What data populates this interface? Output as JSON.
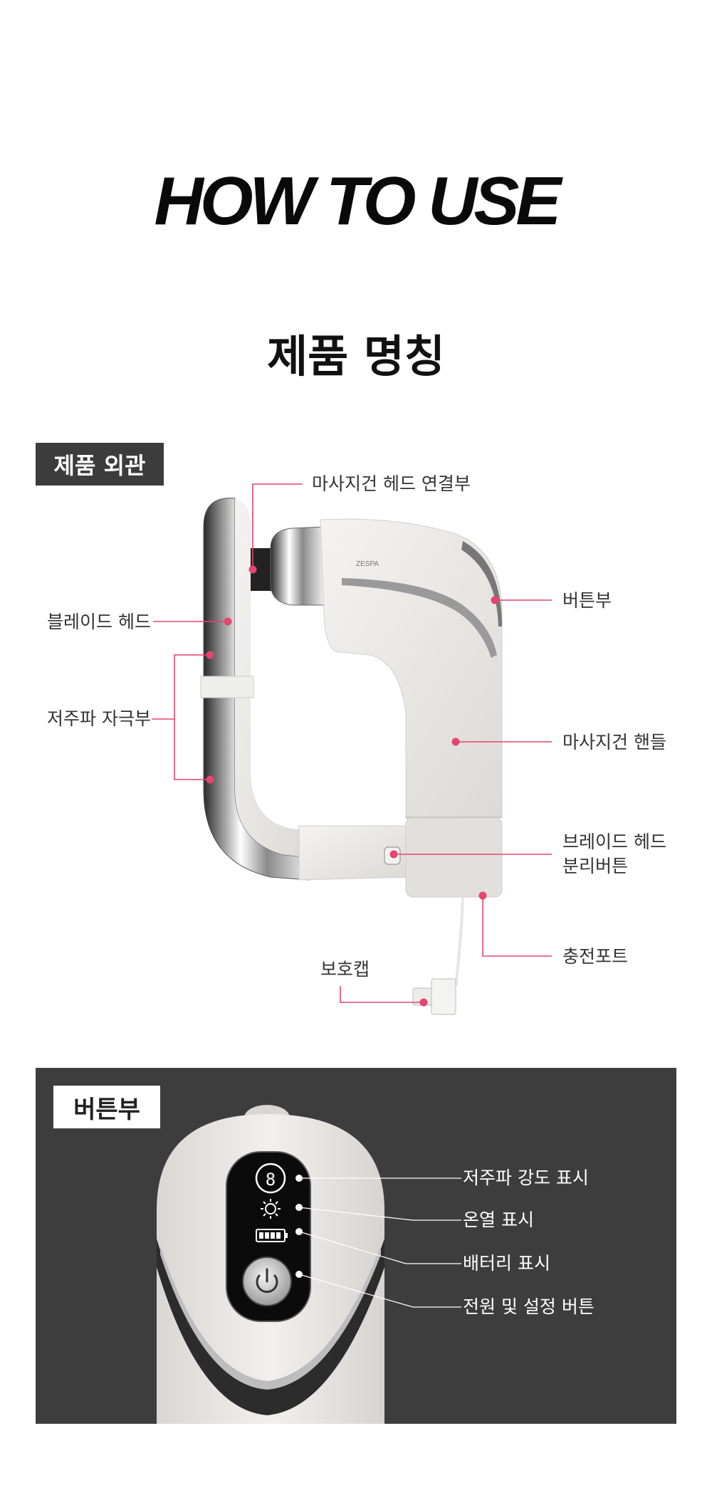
{
  "header": {
    "title": "HOW TO USE",
    "subtitle": "제품 명칭"
  },
  "appearance": {
    "tag": "제품 외관",
    "brand": "ZESPA",
    "labels": {
      "head_connector": "마사지건 헤드 연결부",
      "blade_head": "블레이드 헤드",
      "low_freq_stimulator": "저주파 자극부",
      "button_area": "버튼부",
      "handle": "마사지건 핸들",
      "release_button_line1": "브레이드 헤드",
      "release_button_line2": "분리버튼",
      "charging_port": "충전포트",
      "protective_cap": "보호캡"
    }
  },
  "button_panel": {
    "tag": "버튼부",
    "labels": {
      "intensity": "저주파 강도 표시",
      "heat": "온열 표시",
      "battery": "배터리 표시",
      "power": "전원 및 설정 버튼"
    },
    "display_digit": "8"
  },
  "colors": {
    "accent": "#e5456e",
    "panel_bg": "#3d3d3d",
    "tag_dark": "#3c3c3c",
    "device_white": "#e9e7e4"
  }
}
